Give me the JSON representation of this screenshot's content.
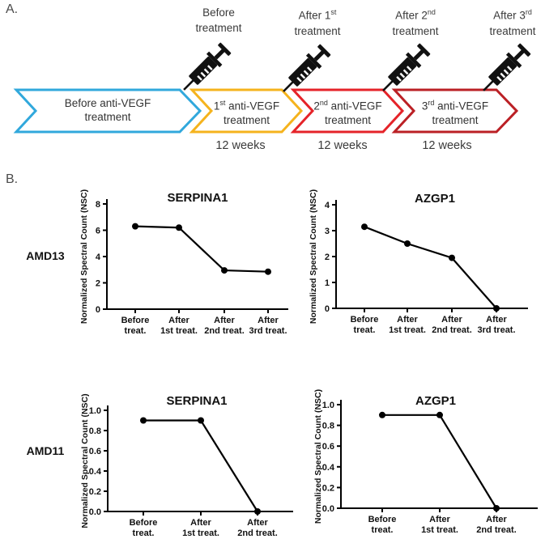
{
  "figure": {
    "background": "#ffffff"
  },
  "panel_a": {
    "label": "A.",
    "treatment_labels": [
      {
        "text_before_sup": "Before",
        "sup": "",
        "text_after_sup": "",
        "line2": "treatment"
      },
      {
        "text_before_sup": "After 1",
        "sup": "st",
        "text_after_sup": "",
        "line2": "treatment"
      },
      {
        "text_before_sup": "After 2",
        "sup": "nd",
        "text_after_sup": "",
        "line2": "treatment"
      },
      {
        "text_before_sup": "After 3",
        "sup": "rd",
        "text_after_sup": "",
        "line2": "treatment"
      }
    ],
    "chevrons": [
      {
        "text_before_sup": "Before anti-VEGF",
        "sup": "",
        "text_after_sup": "",
        "line2": "treatment",
        "color": "#31A8DC"
      },
      {
        "text_before_sup": "1",
        "sup": "st",
        "text_after_sup": " anti-VEGF",
        "line2": "treatment",
        "color": "#F5B31D"
      },
      {
        "text_before_sup": "2",
        "sup": "nd",
        "text_after_sup": " anti-VEGF",
        "line2": "treatment",
        "color": "#E52329"
      },
      {
        "text_before_sup": "3",
        "sup": "rd",
        "text_after_sup": " anti-VEGF",
        "line2": "treatment",
        "color": "#BB2025"
      }
    ],
    "week_labels": [
      "12 weeks",
      "12 weeks",
      "12 weeks"
    ],
    "icons": {
      "syringe": "syringe-icon",
      "icon_color": "#111111"
    }
  },
  "panel_b": {
    "label": "B.",
    "rows": [
      {
        "row_label": "AMD13"
      },
      {
        "row_label": "AMD11"
      }
    ]
  },
  "chart_data": [
    {
      "type": "line",
      "title": "SERPINA1",
      "group": "AMD13",
      "ylabel": "Normalized Spectral Count (NSC)",
      "xlabel": "",
      "categories": [
        "Before\ntreat.",
        "After\n1st treat.",
        "After\n2nd treat.",
        "After\n3rd treat."
      ],
      "values": [
        6.3,
        6.2,
        2.95,
        2.85
      ],
      "ylim": [
        0,
        8
      ],
      "ytick_labels": [
        "0",
        "2",
        "4",
        "6",
        "8"
      ],
      "grid": false,
      "legend": "none",
      "line_color": "#000000",
      "marker": "circle"
    },
    {
      "type": "line",
      "title": "AZGP1",
      "group": "AMD13",
      "ylabel": "Normalized Spectral Count (NSC)",
      "xlabel": "",
      "categories": [
        "Before\ntreat.",
        "After\n1st treat.",
        "After\n2nd treat.",
        "After\n3rd treat."
      ],
      "values": [
        3.15,
        2.5,
        1.95,
        0
      ],
      "ylim": [
        0,
        4
      ],
      "ytick_labels": [
        "0",
        "1",
        "2",
        "3",
        "4"
      ],
      "grid": false,
      "legend": "none",
      "line_color": "#000000",
      "marker": "circle"
    },
    {
      "type": "line",
      "title": "SERPINA1",
      "group": "AMD11",
      "ylabel": "Normalized Spectral Count (NSC)",
      "xlabel": "",
      "categories": [
        "Before\ntreat.",
        "After\n1st treat.",
        "After\n2nd treat."
      ],
      "values": [
        0.9,
        0.9,
        0
      ],
      "ylim": [
        0,
        1
      ],
      "ytick_labels": [
        "0.0",
        "0.2",
        "0.4",
        "0.6",
        "0.8",
        "1.0"
      ],
      "grid": false,
      "legend": "none",
      "line_color": "#000000",
      "marker": "circle"
    },
    {
      "type": "line",
      "title": "AZGP1",
      "group": "AMD11",
      "ylabel": "Normalized Spectral Count (NSC)",
      "xlabel": "",
      "categories": [
        "Before\ntreat.",
        "After\n1st treat.",
        "After\n2nd treat."
      ],
      "values": [
        0.9,
        0.9,
        0
      ],
      "ylim": [
        0,
        1
      ],
      "ytick_labels": [
        "0.0",
        "0.2",
        "0.4",
        "0.6",
        "0.8",
        "1.0"
      ],
      "grid": false,
      "legend": "none",
      "line_color": "#000000",
      "marker": "circle"
    }
  ]
}
